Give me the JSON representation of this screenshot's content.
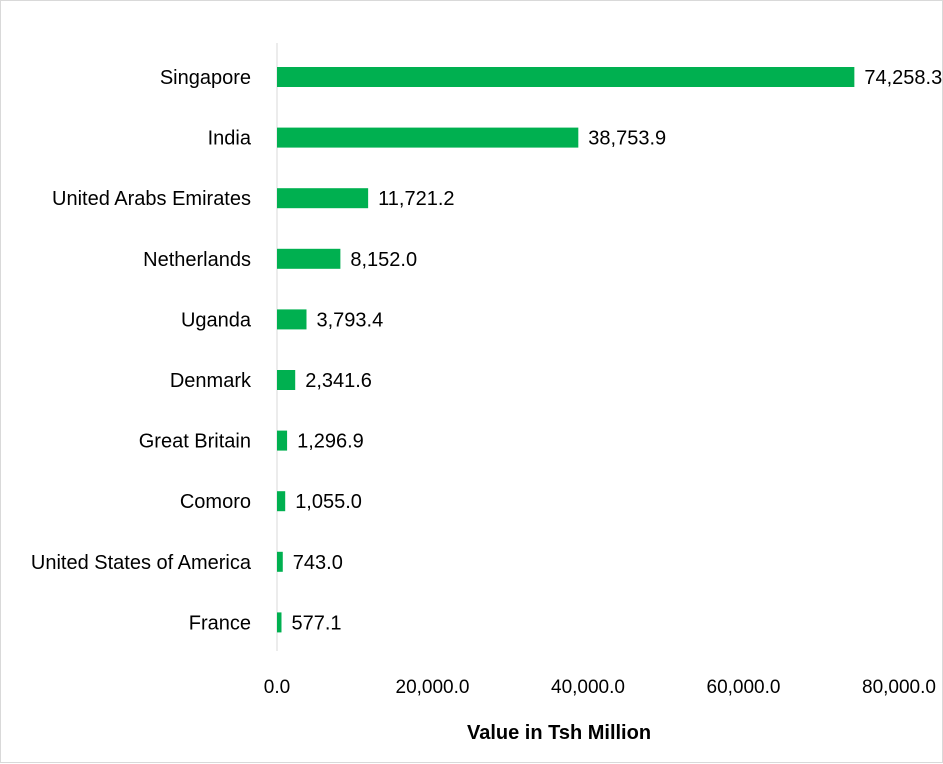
{
  "chart_data": {
    "type": "bar",
    "orientation": "horizontal",
    "categories": [
      "Singapore",
      "India",
      "United Arabs Emirates",
      "Netherlands",
      "Uganda",
      "Denmark",
      "Great Britain",
      "Comoro",
      "United States of America",
      "France"
    ],
    "values": [
      74258.3,
      38753.9,
      11721.2,
      8152.0,
      3793.4,
      2341.6,
      1296.9,
      1055.0,
      743.0,
      577.1
    ],
    "value_labels": [
      "74,258.3",
      "38,753.9",
      "11,721.2",
      "8,152.0",
      "3,793.4",
      "2,341.6",
      "1,296.9",
      "1,055.0",
      "743.0",
      "577.1"
    ],
    "xlabel": "Value in Tsh Million",
    "xlim": [
      0,
      80000
    ],
    "x_ticks": [
      0,
      20000,
      40000,
      60000,
      80000
    ],
    "x_tick_labels": [
      "0.0",
      "20,000.0",
      "40,000.0",
      "60,000.0",
      "80,000.0"
    ],
    "grid": false,
    "legend": "none",
    "bar_color": "#00b050"
  }
}
